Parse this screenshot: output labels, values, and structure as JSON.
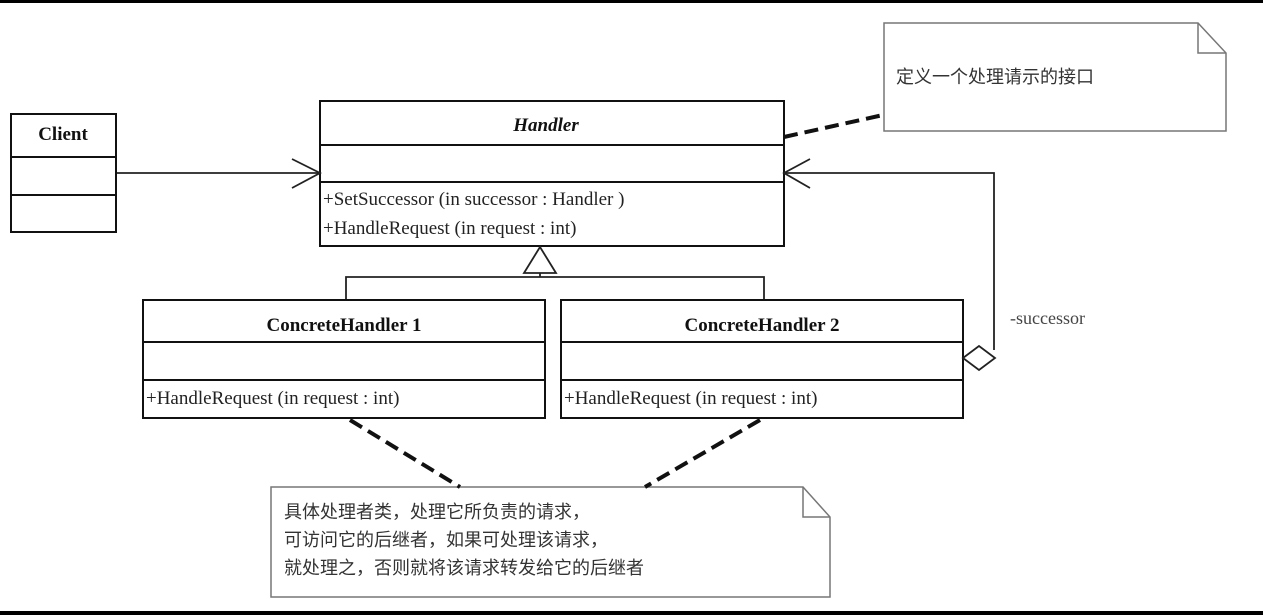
{
  "classes": {
    "client": {
      "name": "Client"
    },
    "handler": {
      "name": "Handler",
      "methods": [
        "+SetSuccessor (in successor  : Handler )",
        "+HandleRequest (in request  : int)"
      ]
    },
    "concrete1": {
      "name": "ConcreteHandler 1",
      "methods": [
        "+HandleRequest (in request  : int)"
      ]
    },
    "concrete2": {
      "name": "ConcreteHandler 2",
      "methods": [
        "+HandleRequest (in request  : int)"
      ]
    }
  },
  "relations": {
    "successor_label": "-successor"
  },
  "notes": {
    "handler_note": "定义一个处理请示的接口",
    "concrete_note": [
      "具体处理者类，处理它所负责的请求，",
      "可访问它的后继者，如果可处理该请求，",
      "就处理之，否则就将该请求转发给它的后继者"
    ]
  }
}
